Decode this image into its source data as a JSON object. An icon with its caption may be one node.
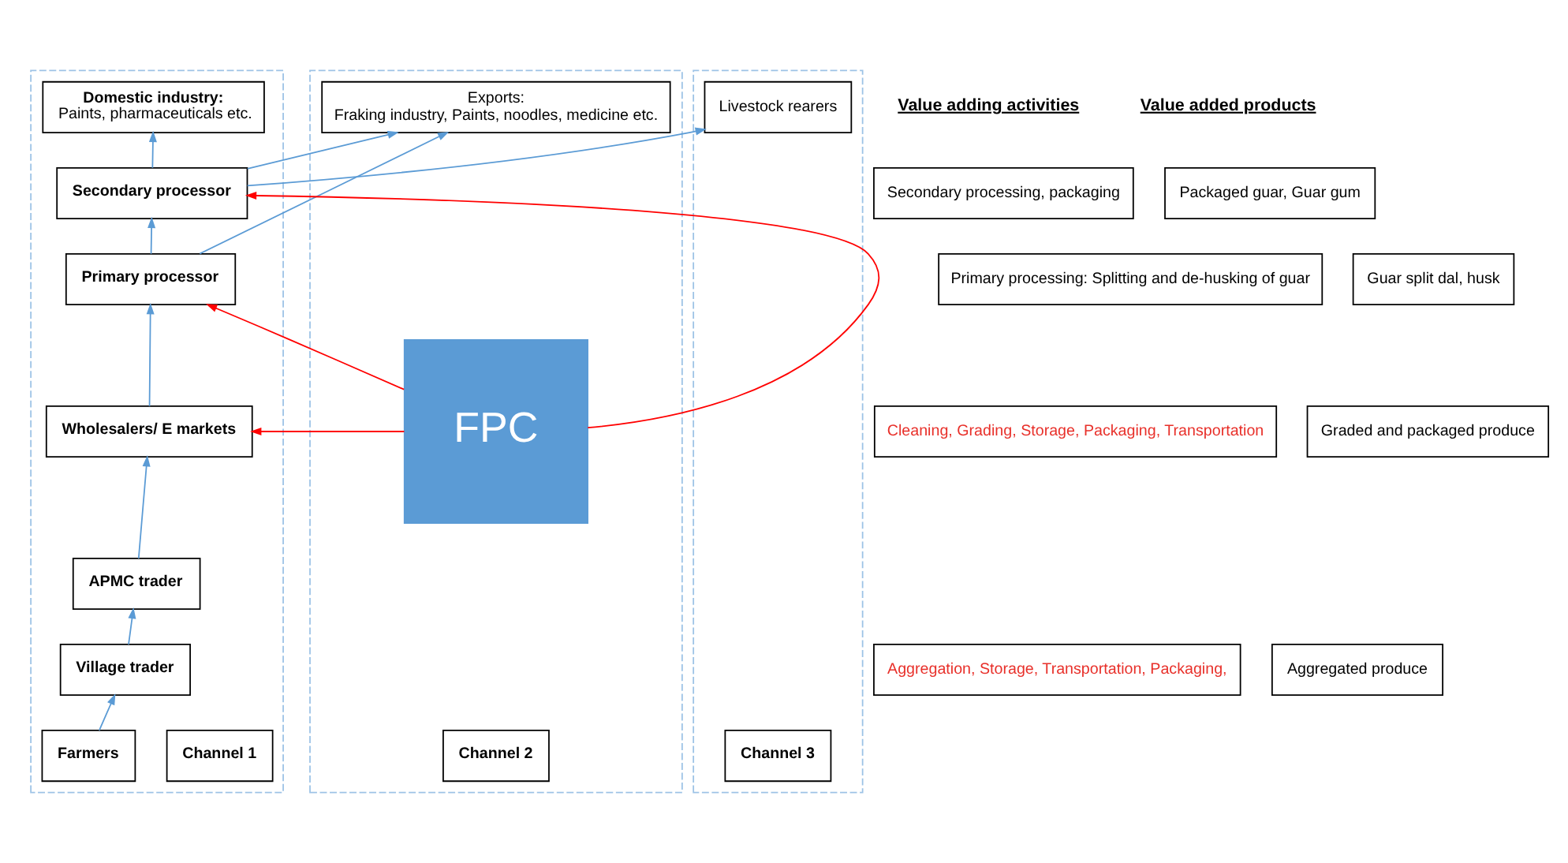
{
  "diagram": {
    "nodes": [
      {
        "text": [],
        "shape": "box"
      },
      {
        "text": [
          "Channel 1"
        ],
        "in": 0
      },
      {
        "text": [
          "Domestic industry:",
          "Paints, pharmaceuticals etc."
        ],
        "in": 0
      },
      {
        "text": [
          "Secondary processor"
        ],
        "in": 0
      },
      {
        "text": [
          "Primary processor"
        ],
        "in": 0
      },
      {
        "text": [
          "Wholesalers/ E markets"
        ],
        "in": 0
      },
      {
        "text": [
          "APMC trader"
        ],
        "in": 0
      },
      {
        "text": [
          "Village trader"
        ],
        "in": 0
      },
      {
        "text": [
          "Farmers"
        ],
        "in": 0
      },
      {
        "text": [],
        "shape": "box"
      },
      {
        "text": [
          "Channel 2"
        ],
        "in": 9
      },
      {
        "text": [
          "Exports:",
          "Fraking industry, Paints, noodles, medicine etc."
        ],
        "in": 9
      },
      {
        "text": [
          "FPC"
        ],
        "in": 9
      },
      {
        "text": [],
        "shape": "box"
      },
      {
        "text": [
          "Channel 3"
        ],
        "in": 13
      },
      {
        "text": [
          "Livestock rearers"
        ],
        "in": 13
      },
      {
        "text": [
          "Secondary processing, packaging"
        ]
      },
      {
        "text": [
          "Packaged guar, Guar gum"
        ]
      },
      {
        "text": [
          "Primary processing: Splitting and de-husking of guar"
        ]
      },
      {
        "text": [
          "Guar split dal, husk"
        ]
      },
      {
        "text": [
          "Cleaning, Grading, Storage, Packaging, Transportation"
        ]
      },
      {
        "text": [
          "Graded and packaged produce"
        ]
      },
      {
        "text": [
          "Aggregation, Storage, Transportation, Packaging,"
        ]
      },
      {
        "text": [
          "Aggregated produce"
        ]
      }
    ],
    "edges": [
      {
        "from": 8,
        "to": 7,
        "arrow": "to"
      },
      {
        "from": 7,
        "to": 6,
        "arrow": "to"
      },
      {
        "from": 6,
        "to": 5,
        "arrow": "to"
      },
      {
        "from": 5,
        "to": 4,
        "arrow": "to"
      },
      {
        "from": 4,
        "to": 3,
        "arrow": "to"
      },
      {
        "from": 3,
        "to": 2,
        "arrow": "to"
      },
      {
        "from": 3,
        "to": 11,
        "arrow": "to"
      },
      {
        "from": 3,
        "to": 15,
        "arrow": "to"
      },
      {
        "from": 4,
        "to": 11,
        "arrow": "to"
      },
      {
        "from": 12,
        "to": 3,
        "arrow": "to",
        "color": "#ff0000"
      },
      {
        "from": 12,
        "to": 4,
        "arrow": "to",
        "color": "#ff0000"
      },
      {
        "from": 12,
        "to": 5,
        "arrow": "to",
        "color": "#ff0000"
      }
    ],
    "labels": [
      "Value adding activities",
      "Value added products"
    ]
  }
}
